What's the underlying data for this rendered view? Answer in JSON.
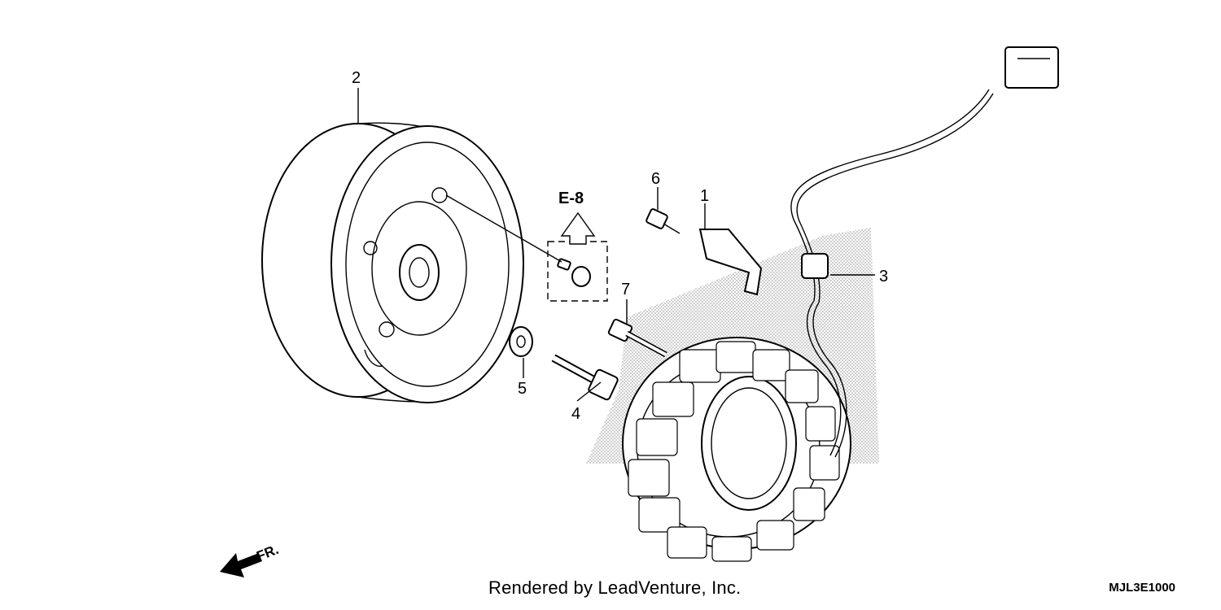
{
  "callouts": {
    "p1": "1",
    "p2": "2",
    "p3": "3",
    "p4": "4",
    "p5": "5",
    "p6": "6",
    "p7": "7"
  },
  "reference": {
    "label": "E-8"
  },
  "direction": {
    "label": "FR."
  },
  "footer": {
    "credit": "Rendered by LeadVenture, Inc.",
    "code": "MJL3E1000"
  }
}
